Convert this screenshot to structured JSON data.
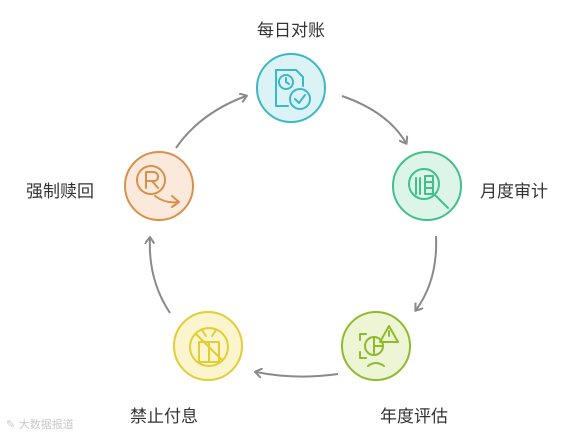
{
  "nodes": [
    {
      "id": "daily",
      "label": "每日对账",
      "color": "#3cb6c9",
      "fill": "#dcf3f6",
      "icon": "document-clock-check-icon"
    },
    {
      "id": "monthly",
      "label": "月度审计",
      "color": "#41c08a",
      "fill": "#ddf5e9",
      "icon": "magnifier-document-icon"
    },
    {
      "id": "annual",
      "label": "年度评估",
      "color": "#8fba2e",
      "fill": "#edf5d5",
      "icon": "warning-chart-face-icon"
    },
    {
      "id": "ban",
      "label": "禁止付息",
      "color": "#e3cc35",
      "fill": "#faf5cc",
      "icon": "forbidden-payment-icon"
    },
    {
      "id": "redeem",
      "label": "强制赎回",
      "color": "#d9904a",
      "fill": "#fbeadb",
      "icon": "redeem-coin-arrow-icon"
    }
  ],
  "arrow_color": "#8a8a8a",
  "watermark": "大数据报道"
}
